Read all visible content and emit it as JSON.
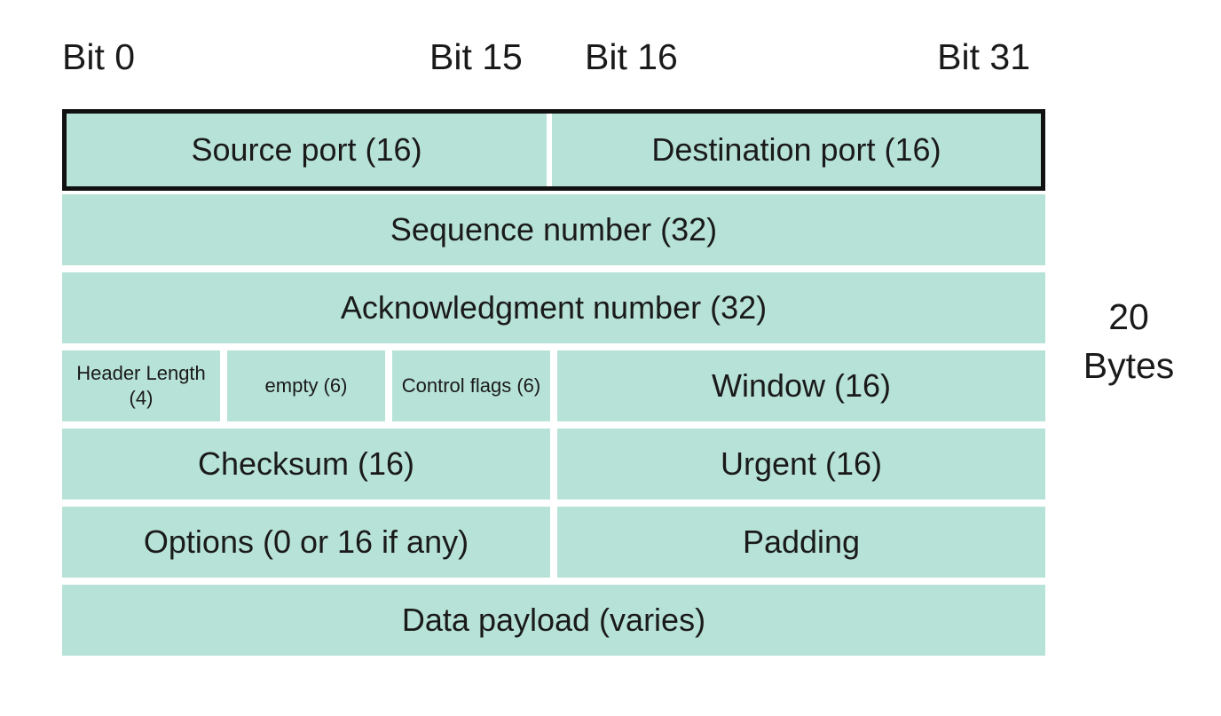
{
  "bits": {
    "bit0": "Bit 0",
    "bit15": "Bit 15",
    "bit16": "Bit 16",
    "bit31": "Bit 31"
  },
  "size_label": {
    "number": "20",
    "unit": "Bytes"
  },
  "fields": {
    "source_port": "Source port (16)",
    "destination_port": "Destination port (16)",
    "sequence_number": "Sequence number (32)",
    "acknowledgment_number": "Acknowledgment number (32)",
    "header_length": "Header Length (4)",
    "empty": "empty (6)",
    "control_flags": "Control flags (6)",
    "window": "Window (16)",
    "checksum": "Checksum (16)",
    "urgent": "Urgent (16)",
    "options": "Options (0 or 16 if any)",
    "padding": "Padding",
    "data_payload": "Data payload (varies)"
  },
  "colors": {
    "cell_fill": "#b7e2d7",
    "highlight_border": "#111111",
    "text": "#1a1a1a"
  }
}
